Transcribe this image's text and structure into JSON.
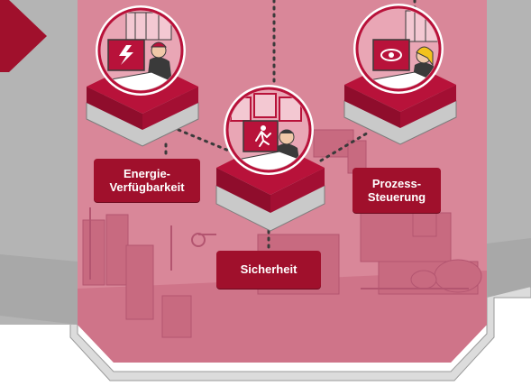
{
  "labels": {
    "energy_line1": "Energie-",
    "energy_line2": "Verfügbarkeit",
    "safety": "Sicherheit",
    "process_line1": "Prozess-",
    "process_line2": "Steuerung"
  },
  "colors": {
    "crimson": "#b8123a",
    "room_pink": "#d98799",
    "label_bg": "#a0102c",
    "wall_gray": "#b3b3b3",
    "platform_gray": "#c9c9c9"
  },
  "icons": {
    "energy": "lightning-screen-icon",
    "safety": "running-person-exit-icon",
    "process": "eye-screen-icon",
    "arrow": "arrow-right-icon"
  }
}
